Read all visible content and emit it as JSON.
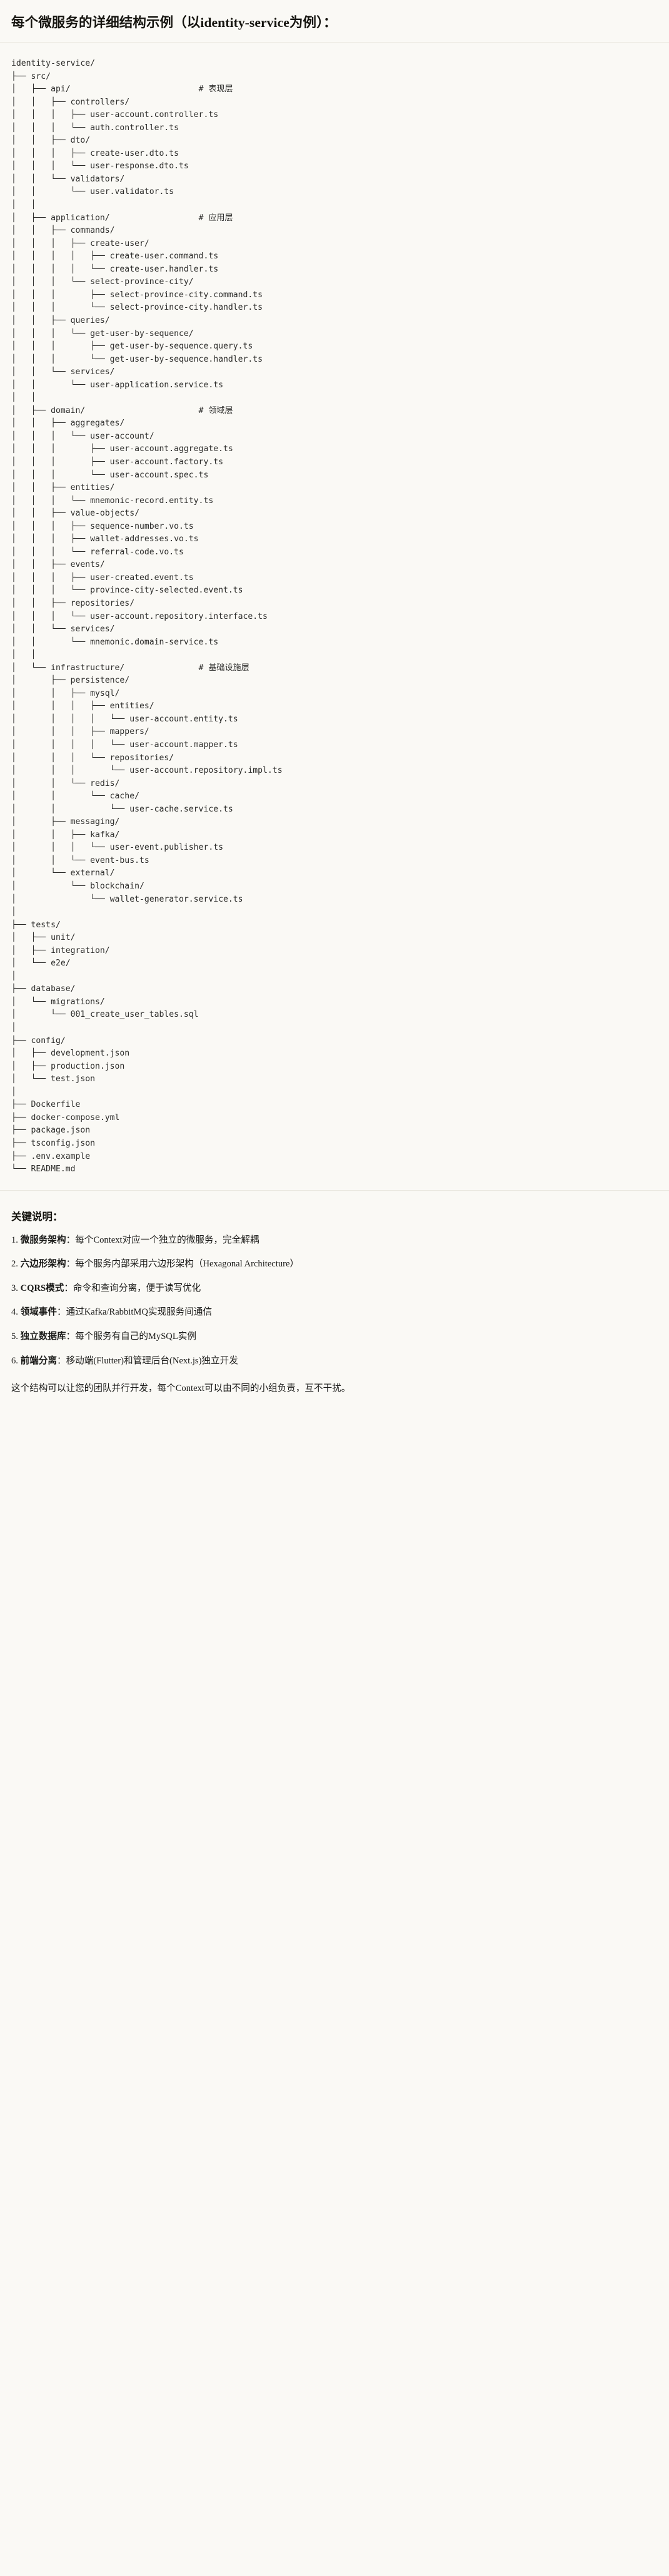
{
  "header": {
    "title": "每个微服务的详细结构示例（以identity-service为例）："
  },
  "tree": {
    "root_label": "identity-service/",
    "lines": [
      {
        "text": "identity-service/",
        "comment": ""
      },
      {
        "text": "├── src/",
        "comment": ""
      },
      {
        "text": "│   ├── api/",
        "comment": "# 表现层"
      },
      {
        "text": "│   │   ├── controllers/",
        "comment": ""
      },
      {
        "text": "│   │   │   ├── user-account.controller.ts",
        "comment": ""
      },
      {
        "text": "│   │   │   └── auth.controller.ts",
        "comment": ""
      },
      {
        "text": "│   │   ├── dto/",
        "comment": ""
      },
      {
        "text": "│   │   │   ├── create-user.dto.ts",
        "comment": ""
      },
      {
        "text": "│   │   │   └── user-response.dto.ts",
        "comment": ""
      },
      {
        "text": "│   │   └── validators/",
        "comment": ""
      },
      {
        "text": "│   │       └── user.validator.ts",
        "comment": ""
      },
      {
        "text": "│   │",
        "comment": ""
      },
      {
        "text": "│   ├── application/",
        "comment": "# 应用层"
      },
      {
        "text": "│   │   ├── commands/",
        "comment": ""
      },
      {
        "text": "│   │   │   ├── create-user/",
        "comment": ""
      },
      {
        "text": "│   │   │   │   ├── create-user.command.ts",
        "comment": ""
      },
      {
        "text": "│   │   │   │   └── create-user.handler.ts",
        "comment": ""
      },
      {
        "text": "│   │   │   └── select-province-city/",
        "comment": ""
      },
      {
        "text": "│   │   │       ├── select-province-city.command.ts",
        "comment": ""
      },
      {
        "text": "│   │   │       └── select-province-city.handler.ts",
        "comment": ""
      },
      {
        "text": "│   │   ├── queries/",
        "comment": ""
      },
      {
        "text": "│   │   │   └── get-user-by-sequence/",
        "comment": ""
      },
      {
        "text": "│   │   │       ├── get-user-by-sequence.query.ts",
        "comment": ""
      },
      {
        "text": "│   │   │       └── get-user-by-sequence.handler.ts",
        "comment": ""
      },
      {
        "text": "│   │   └── services/",
        "comment": ""
      },
      {
        "text": "│   │       └── user-application.service.ts",
        "comment": ""
      },
      {
        "text": "│   │",
        "comment": ""
      },
      {
        "text": "│   ├── domain/",
        "comment": "# 领域层"
      },
      {
        "text": "│   │   ├── aggregates/",
        "comment": ""
      },
      {
        "text": "│   │   │   └── user-account/",
        "comment": ""
      },
      {
        "text": "│   │   │       ├── user-account.aggregate.ts",
        "comment": ""
      },
      {
        "text": "│   │   │       ├── user-account.factory.ts",
        "comment": ""
      },
      {
        "text": "│   │   │       └── user-account.spec.ts",
        "comment": ""
      },
      {
        "text": "│   │   ├── entities/",
        "comment": ""
      },
      {
        "text": "│   │   │   └── mnemonic-record.entity.ts",
        "comment": ""
      },
      {
        "text": "│   │   ├── value-objects/",
        "comment": ""
      },
      {
        "text": "│   │   │   ├── sequence-number.vo.ts",
        "comment": ""
      },
      {
        "text": "│   │   │   ├── wallet-addresses.vo.ts",
        "comment": ""
      },
      {
        "text": "│   │   │   └── referral-code.vo.ts",
        "comment": ""
      },
      {
        "text": "│   │   ├── events/",
        "comment": ""
      },
      {
        "text": "│   │   │   ├── user-created.event.ts",
        "comment": ""
      },
      {
        "text": "│   │   │   └── province-city-selected.event.ts",
        "comment": ""
      },
      {
        "text": "│   │   ├── repositories/",
        "comment": ""
      },
      {
        "text": "│   │   │   └── user-account.repository.interface.ts",
        "comment": ""
      },
      {
        "text": "│   │   └── services/",
        "comment": ""
      },
      {
        "text": "│   │       └── mnemonic.domain-service.ts",
        "comment": ""
      },
      {
        "text": "│   │",
        "comment": ""
      },
      {
        "text": "│   └── infrastructure/",
        "comment": "# 基础设施层"
      },
      {
        "text": "│       ├── persistence/",
        "comment": ""
      },
      {
        "text": "│       │   ├── mysql/",
        "comment": ""
      },
      {
        "text": "│       │   │   ├── entities/",
        "comment": ""
      },
      {
        "text": "│       │   │   │   └── user-account.entity.ts",
        "comment": ""
      },
      {
        "text": "│       │   │   ├── mappers/",
        "comment": ""
      },
      {
        "text": "│       │   │   │   └── user-account.mapper.ts",
        "comment": ""
      },
      {
        "text": "│       │   │   └── repositories/",
        "comment": ""
      },
      {
        "text": "│       │   │       └── user-account.repository.impl.ts",
        "comment": ""
      },
      {
        "text": "│       │   └── redis/",
        "comment": ""
      },
      {
        "text": "│       │       └── cache/",
        "comment": ""
      },
      {
        "text": "│       │           └── user-cache.service.ts",
        "comment": ""
      },
      {
        "text": "│       ├── messaging/",
        "comment": ""
      },
      {
        "text": "│       │   ├── kafka/",
        "comment": ""
      },
      {
        "text": "│       │   │   └── user-event.publisher.ts",
        "comment": ""
      },
      {
        "text": "│       │   └── event-bus.ts",
        "comment": ""
      },
      {
        "text": "│       └── external/",
        "comment": ""
      },
      {
        "text": "│           └── blockchain/",
        "comment": ""
      },
      {
        "text": "│               └── wallet-generator.service.ts",
        "comment": ""
      },
      {
        "text": "│",
        "comment": ""
      },
      {
        "text": "├── tests/",
        "comment": ""
      },
      {
        "text": "│   ├── unit/",
        "comment": ""
      },
      {
        "text": "│   ├── integration/",
        "comment": ""
      },
      {
        "text": "│   └── e2e/",
        "comment": ""
      },
      {
        "text": "│",
        "comment": ""
      },
      {
        "text": "├── database/",
        "comment": ""
      },
      {
        "text": "│   └── migrations/",
        "comment": ""
      },
      {
        "text": "│       └── 001_create_user_tables.sql",
        "comment": ""
      },
      {
        "text": "│",
        "comment": ""
      },
      {
        "text": "├── config/",
        "comment": ""
      },
      {
        "text": "│   ├── development.json",
        "comment": ""
      },
      {
        "text": "│   ├── production.json",
        "comment": ""
      },
      {
        "text": "│   └── test.json",
        "comment": ""
      },
      {
        "text": "│",
        "comment": ""
      },
      {
        "text": "├── Dockerfile",
        "comment": ""
      },
      {
        "text": "├── docker-compose.yml",
        "comment": ""
      },
      {
        "text": "├── package.json",
        "comment": ""
      },
      {
        "text": "├── tsconfig.json",
        "comment": ""
      },
      {
        "text": "├── .env.example",
        "comment": ""
      },
      {
        "text": "└── README.md",
        "comment": ""
      }
    ],
    "comment_column": 38
  },
  "notes": {
    "title": "关键说明：",
    "items": [
      {
        "num": "1.",
        "term": "微服务架构",
        "desc": "：每个Context对应一个独立的微服务，完全解耦"
      },
      {
        "num": "2.",
        "term": "六边形架构",
        "desc": "：每个服务内部采用六边形架构（Hexagonal Architecture）"
      },
      {
        "num": "3.",
        "term": "CQRS模式",
        "desc": "：命令和查询分离，便于读写优化"
      },
      {
        "num": "4.",
        "term": "领域事件",
        "desc": "：通过Kafka/RabbitMQ实现服务间通信"
      },
      {
        "num": "5.",
        "term": "独立数据库",
        "desc": "：每个服务有自己的MySQL实例"
      },
      {
        "num": "6.",
        "term": "前端分离",
        "desc": "：移动端(Flutter)和管理后台(Next.js)独立开发"
      }
    ],
    "closing": "这个结构可以让您的团队并行开发，每个Context可以由不同的小组负责，互不干扰。"
  },
  "colors": {
    "background": "#faf9f5",
    "text": "#1a1a18",
    "code_text": "#2b2b29",
    "divider": "#e9e7df"
  }
}
